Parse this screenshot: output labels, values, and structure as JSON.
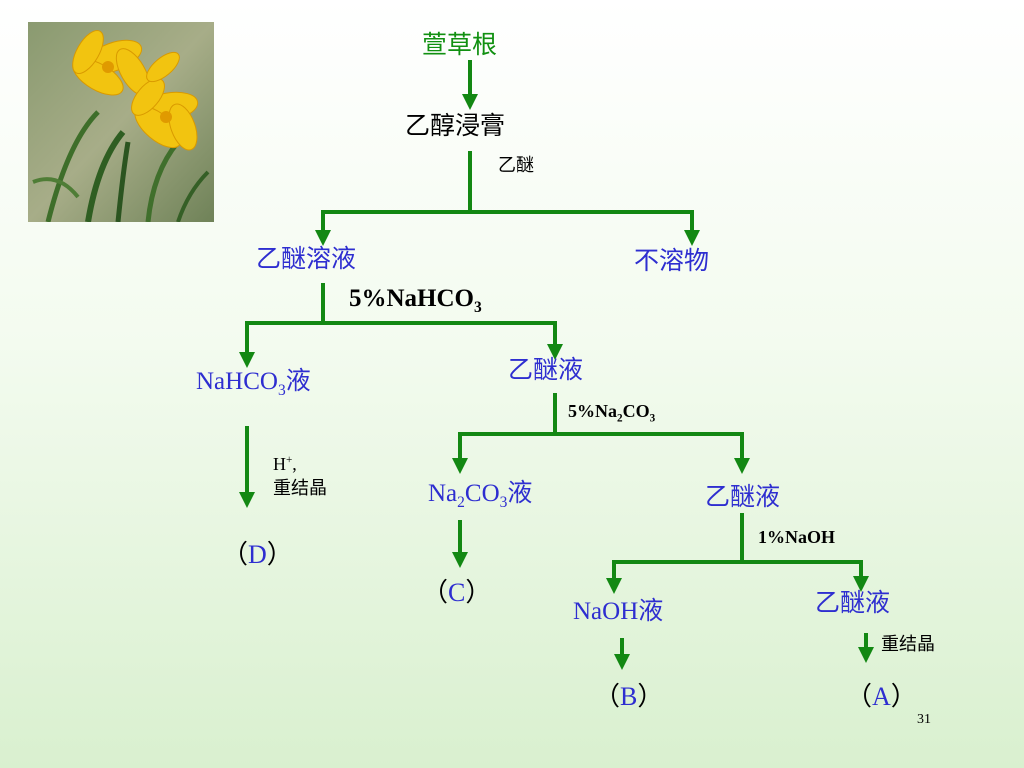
{
  "root": "萱草根",
  "extract": "乙醇浸膏",
  "reagent_ether": "乙醚",
  "ether_solution": "乙醚溶液",
  "insoluble": "不溶物",
  "reagent_nahco3": {
    "pre": "5%NaHCO",
    "sub": "3"
  },
  "nahco3_liquid": {
    "pre": "NaHCO",
    "sub": "3",
    "post": "液"
  },
  "ether_liquid_1": "乙醚液",
  "reagent_na2co3": {
    "a": "5%Na",
    "b": "2",
    "c": "CO",
    "d": "3"
  },
  "acid_label": {
    "h": "H",
    "sup": "+",
    "comma": ",",
    "line2": "重结晶"
  },
  "na2co3_liquid": {
    "a": "Na",
    "b": "2",
    "c": "CO",
    "d": "3",
    "e": "液"
  },
  "ether_liquid_2": "乙醚液",
  "reagent_naoh": "1%NaOH",
  "naoh_liquid": "NaOH液",
  "ether_liquid_3": "乙醚液",
  "recrystallize": "重结晶",
  "products": {
    "D": {
      "open": "（",
      "letter": "D",
      "close": "）"
    },
    "C": {
      "open": "（",
      "letter": "C",
      "close": "）"
    },
    "B": {
      "open": "（",
      "letter": "B",
      "close": "）"
    },
    "A": {
      "open": "（",
      "letter": "A",
      "close": "）"
    }
  },
  "page_number": "31",
  "colors": {
    "line": "#138813",
    "green_text": "#119011",
    "blue_text": "#2e2ed0"
  }
}
